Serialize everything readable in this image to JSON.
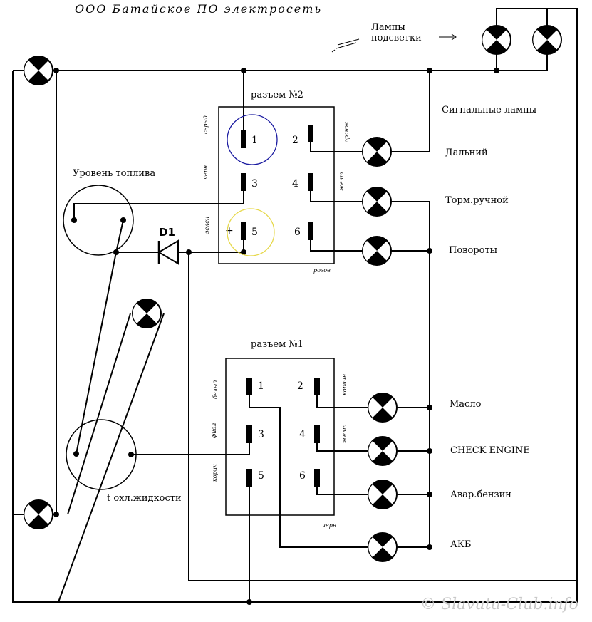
{
  "header": {
    "title": "ООО Батайское ПО электросеть"
  },
  "labels": {
    "backlight": [
      "Лампы",
      "подсветки"
    ],
    "signal_lamps": "Сигнальные лампы",
    "high_beam": "Дальний",
    "handbrake": "Торм.ручной",
    "turns": "Повороты",
    "fuel_level": "Уровень топлива",
    "coolant_temp": "t охл.жидкости",
    "oil": "Масло",
    "check_engine": "CHECK ENGINE",
    "fuel_reserve": "Авар.бензин",
    "battery": "АКБ",
    "diode": "D1"
  },
  "connector2": {
    "title": "разъем №2",
    "pins": [
      "1",
      "2",
      "3",
      "4",
      "5",
      "6"
    ],
    "wire_notes": [
      "серый",
      "оранж",
      "черн",
      "желт",
      "зелен",
      "розов"
    ],
    "plus_mark": "+"
  },
  "connector1": {
    "title": "разъем №1",
    "pins": [
      "1",
      "2",
      "3",
      "4",
      "5",
      "6"
    ],
    "wire_notes": [
      "белый",
      "коричн",
      "фиол",
      "желт",
      "корич",
      "черн"
    ]
  },
  "watermark": "© Slavuta-Club.info",
  "colors": {
    "ink": "#000000",
    "highlight_blue": "#1a1aa0",
    "highlight_yellow": "#e6d84a",
    "watermark": "#c8c8c8"
  }
}
